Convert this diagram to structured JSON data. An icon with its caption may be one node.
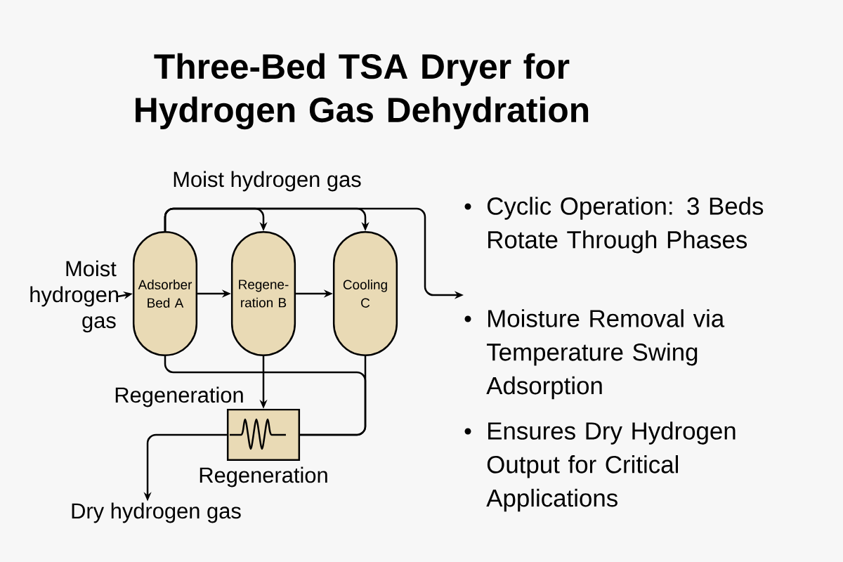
{
  "diagram": {
    "title": "Three-Bed TSA Dryer for Hydrogen Gas Dehydration",
    "nodes": [
      {
        "text": [
          "Moist hydrogen gas"
        ]
      },
      {
        "text": [
          "Adsorber Bed A"
        ]
      },
      {
        "text": [
          "Regene- ration B"
        ]
      },
      {
        "text": [
          "Cooling C"
        ]
      },
      {
        "text": [],
        "shape": "box",
        "beside": [
          "Regeneration"
        ]
      },
      {
        "text": [
          "Dry hydrogen gas"
        ]
      }
    ],
    "edges": [
      {
        "from": 0,
        "to": 1,
        "arrow": "to"
      },
      {
        "from": 1,
        "to": 2,
        "arrow": "to"
      },
      {
        "from": 2,
        "to": 3,
        "arrow": "to"
      },
      {
        "from": 1,
        "to": 2,
        "arrow": "to"
      },
      {
        "from": 1,
        "to": 3,
        "arrow": "to"
      },
      {
        "from": 1,
        "to": null,
        "arrow": "to"
      },
      {
        "from": 1,
        "to": 4,
        "arrow": "none"
      },
      {
        "from": 3,
        "to": 4,
        "arrow": "none"
      },
      {
        "from": 2,
        "to": 4,
        "arrow": "to"
      },
      {
        "from": 4,
        "to": 5,
        "arrow": "to"
      }
    ],
    "labels": [
      "Moist hydrogen gas",
      "Regeneration",
      "Cyclic Operation: 3 Beds Rotate Through Phases",
      "Moisture Removal via Temperature Swing Adsorption",
      "Ensures Dry Hydrogen Output for Critical Applications"
    ]
  }
}
